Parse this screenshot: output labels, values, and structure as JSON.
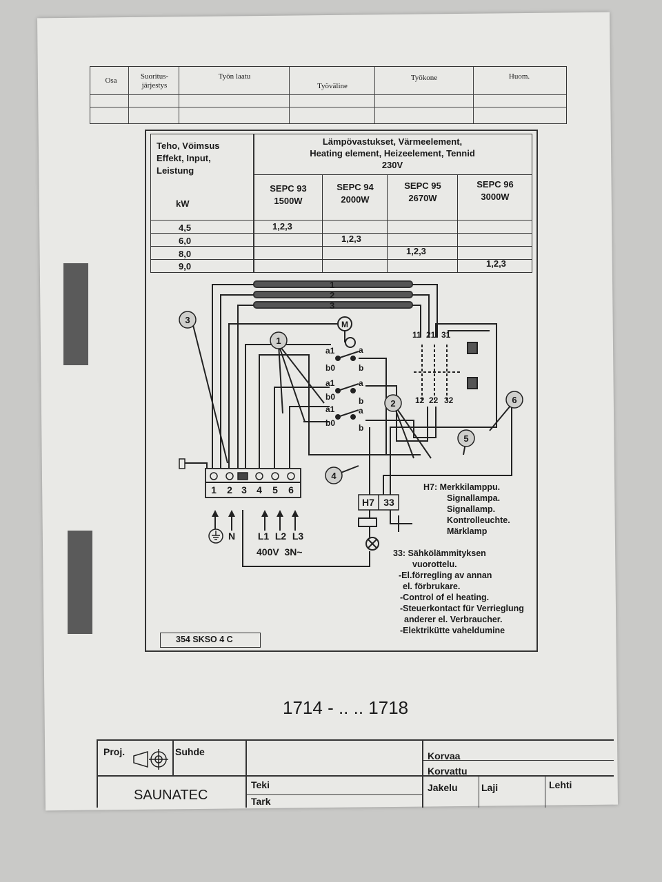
{
  "header": {
    "osa": "Osa",
    "suoritus_1": "Suoritus-",
    "suoritus_2": "järjestys",
    "tyon_laatu": "Työn laatu",
    "tyovaline": "Työväline",
    "tyokone": "Työkone",
    "huom": "Huom."
  },
  "table": {
    "left_head": [
      "Teho, Vöimsus",
      "Effekt, Input,",
      "Leistung"
    ],
    "unit": "kW",
    "title": [
      "Lämpövastukset, Värmeelement,",
      "Heating element, Heizeelement, Tennid",
      "230V"
    ],
    "columns": [
      {
        "model": "SEPC 93",
        "power": "1500W"
      },
      {
        "model": "SEPC 94",
        "power": "2000W"
      },
      {
        "model": "SEPC 95",
        "power": "2670W"
      },
      {
        "model": "SEPC 96",
        "power": "3000W"
      }
    ],
    "rows": [
      {
        "kw": "4,5",
        "value": "1,2,3"
      },
      {
        "kw": "6,0",
        "value": "1,2,3"
      },
      {
        "kw": "8,0",
        "value": "1,2,3"
      },
      {
        "kw": "9,0",
        "value": "1,2,3"
      }
    ]
  },
  "diagram": {
    "heater_labels": [
      "1",
      "2",
      "3"
    ],
    "callouts": [
      "1",
      "2",
      "3",
      "4",
      "5",
      "6"
    ],
    "motor": "M",
    "switch_labels": [
      "a1",
      "b0",
      "a",
      "b",
      "a1",
      "b0",
      "a",
      "b",
      "a1",
      "b0",
      "a",
      "b"
    ],
    "contact_top": [
      "11",
      "21",
      "31"
    ],
    "contact_bottom": [
      "12",
      "22",
      "32"
    ],
    "terminals": [
      "1",
      "2",
      "3",
      "4",
      "5",
      "6"
    ],
    "supply": [
      "N",
      "L1",
      "L2",
      "L3"
    ],
    "voltage": "400V  3N~",
    "box_h7": "H7",
    "box_33": "33",
    "drawing_code": "354 SKSO 4 C"
  },
  "notes": {
    "h7": [
      "H7: Merkkilamppu.",
      "Signallampa.",
      "Signallamp.",
      "Kontrolleuchte.",
      "Märklamp"
    ],
    "n33": [
      "33: Sähkölämmityksen",
      "vuorottelu.",
      "-El.förregling av annan",
      "el. förbrukare.",
      "-Control of el heating.",
      "-Steuerkontact für Verrieglung",
      "anderer el. Verbraucher.",
      "-Elektrikütte vaheldumine"
    ]
  },
  "figure_number": "1714 - .. .. 1718",
  "footer": {
    "proj": "Proj.",
    "suhde": "Suhde",
    "company": "SAUNATEC",
    "teki": "Teki",
    "tark": "Tark",
    "korvaa": "Korvaa",
    "korvattu": "Korvattu",
    "jakelu": "Jakelu",
    "laji": "Laji",
    "lehti": "Lehti"
  },
  "colors": {
    "paper": "#e9e9e6",
    "ink": "#1a1a1a",
    "background": "#c9c9c7"
  }
}
